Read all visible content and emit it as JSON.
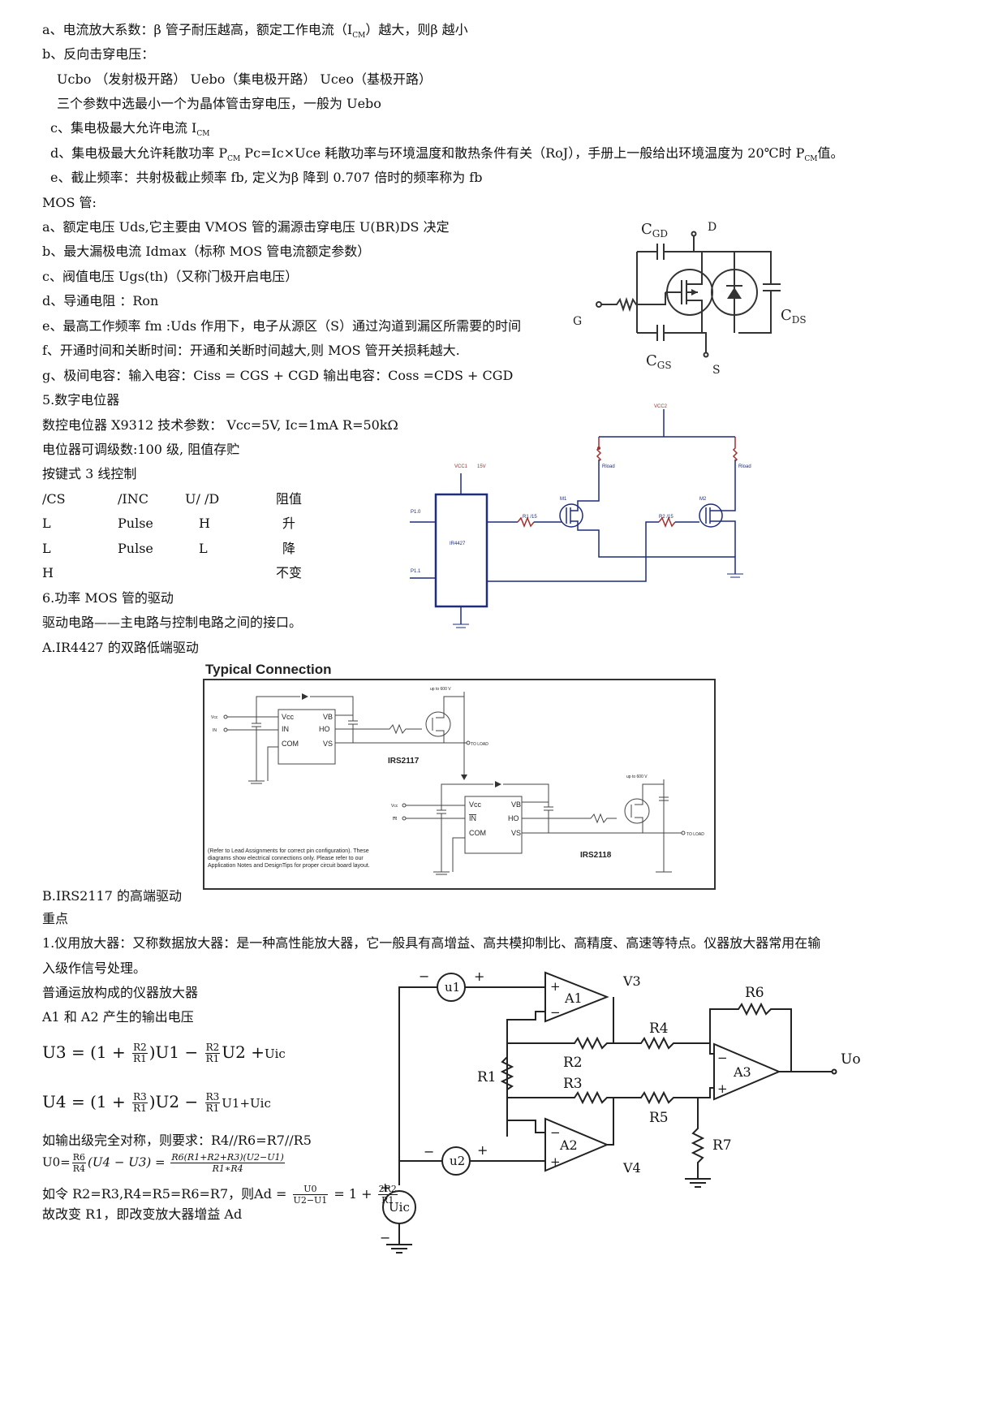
{
  "text": {
    "l1": "a、电流放大系数：β 管子耐压越高，额定工作电流（I",
    "l1_sub": "CM",
    "l1_tail": "）越大，则β 越小",
    "l2": "b、反向击穿电压：",
    "l3": "Ucbo  （发射极开路） Uebo（集电极开路） Uceo（基极开路）",
    "l4": "三个参数中选最小一个为晶体管击穿电压，一般为 Uebo",
    "l5": "c、集电极最大允许电流 I",
    "l5_sub": "CM",
    "l6a": "d、集电极最大允许耗散功率 P",
    "l6_sub": "CM",
    "l6b": "   Pc=Ic×Uce 耗散功率与环境温度和散热条件有关（RoJ），手册上一般给出环境温度为 20℃时 P",
    "l6_sub2": "CM",
    "l6c": "值。",
    "l7": "e、截止频率：共射极截止频率 fb, 定义为β 降到 0.707 倍时的频率称为 fb",
    "l8": "MOS 管:",
    "l9": "a、额定电压 Uds,它主要由 VMOS 管的漏源击穿电压 U(BR)DS 决定",
    "l10": "b、最大漏极电流 Idmax（标称 MOS 管电流额定参数）",
    "l11": "c、阀值电压 Ugs(th)（又称门极开启电压）",
    "l12": "d、导通电阻 ：Ron",
    "l13": "e、最高工作频率 fm :Uds 作用下，电子从源区（S）通过沟道到漏区所需要的时间",
    "l14": "f、开通时间和关断时间：开通和关断时间越大,则 MOS 管开关损耗越大.",
    "l15": "g、极间电容：输入电容：Ciss = CGS + CGD     输出电容：Coss =CDS + CGD",
    "l16": "5.数字电位器",
    "l17": "数控电位器 X9312 技术参数：   Vcc=5V,    Ic=1mA   R=50kΩ",
    "l18": "电位器可调级数:100 级,    阻值存贮",
    "l19": "按键式 3 线控制",
    "l24": "6.功率 MOS 管的驱动",
    "l25": "驱动电路——主电路与控制电路之间的接口。",
    "l26": "A.IR4427 的双路低端驱动",
    "l27": "B.IRS2117 的高端驱动",
    "l28": "重点",
    "l29": "1.仪用放大器：又称数据放大器：是一种高性能放大器，它一般具有高增益、高共模抑制比、高精度、高速等特点。仪器放大器常用在输",
    "l30": "入级作信号处理。",
    "l31": "普通运放构成的仪器放大器",
    "l32": "A1 和 A2 产生的输出电压",
    "l35": "如输出级完全对称，则要求：R4//R6=R7//R5",
    "l37": "如令 R2=R3,R4=R5=R6=R7，则",
    "l38": "故改变 R1，即改变放大器增益 Ad"
  },
  "control_table": {
    "headers": [
      "/CS",
      "/INC",
      "U/  /D",
      "阻值"
    ],
    "rows": [
      [
        "L",
        "Pulse",
        "H",
        "升"
      ],
      [
        "L",
        "Pulse",
        "L",
        "降"
      ],
      [
        "H",
        "",
        "",
        "不变"
      ]
    ]
  },
  "equations": {
    "u3_pre": "U3 = ",
    "u3_a": "(1 + ",
    "u3_b": ")U1 − ",
    "u3_c": "U2 +",
    "u3_tail": "Uic",
    "u4_pre": "U4 = ",
    "u4_a": "(1 + ",
    "u4_b": ")U2 − ",
    "u4_tail": "U1+Uic",
    "r2": "R2",
    "r1": "R1",
    "r3": "R3",
    "u0_pre": "U0=",
    "u0_mid": "(U4 − U3) = ",
    "r6": "R6",
    "r4": "R4",
    "u0_num": "R6(R1+R2+R3)(U2−U1)",
    "u0_den": "R1∗R4",
    "ad_pre": "Ad = ",
    "ad_num": "U0",
    "ad_den": "U2−U1",
    "ad_mid": " = 1 + ",
    "ad_num2": "2R2",
    "ad_den2": "R1"
  },
  "mos_symbol": {
    "cgd": "C",
    "cgd_sub": "GD",
    "d": "D",
    "g": "G",
    "s": "S",
    "cds": "C",
    "cds_sub": "DS",
    "cgs": "C",
    "cgs_sub": "GS"
  },
  "ir4427_circuit": {
    "vcc2": "VCC2",
    "vcc1": "VCC1",
    "v15": "15V",
    "rload1": "Rload",
    "rload2": "Rload",
    "m1": "M1",
    "m2": "M2",
    "p10": "P1.0",
    "p11": "P1.1",
    "chip": "IR4427",
    "r1": "R1 /15",
    "r2": "R2 /15"
  },
  "typical_connection": {
    "title": "Typical Connection",
    "top_supply": "up to 600  V",
    "bot_supply": "up to 600  V",
    "vcc": "Vcc",
    "in": "IN",
    "in_bar": "IN",
    "pin_vcc": "Vcc",
    "pin_vb": "VB",
    "pin_in": "IN",
    "pin_ho": "HO",
    "pin_com": "COM",
    "pin_vs": "VS",
    "chip1": "IRS2117",
    "chip2": "IRS2118",
    "to_load": "TO LOAD",
    "note1": "(Refer to Lead Assignments for correct pin configuration). These",
    "note2": "diagrams show electrical connections only.  Please refer to our",
    "note3": "Application Notes and DesignTips for proper circuit board layout."
  },
  "inamp": {
    "u1": "u1",
    "u2": "u2",
    "uic": "Uic",
    "a1": "A1",
    "a2": "A2",
    "a3": "A3",
    "v3": "V3",
    "v4": "V4",
    "r1": "R1",
    "r2": "R2",
    "r3": "R3",
    "r4": "R4",
    "r5": "R5",
    "r6": "R6",
    "r7": "R7",
    "uo": "Uo",
    "minus": "−",
    "plus": "+"
  }
}
